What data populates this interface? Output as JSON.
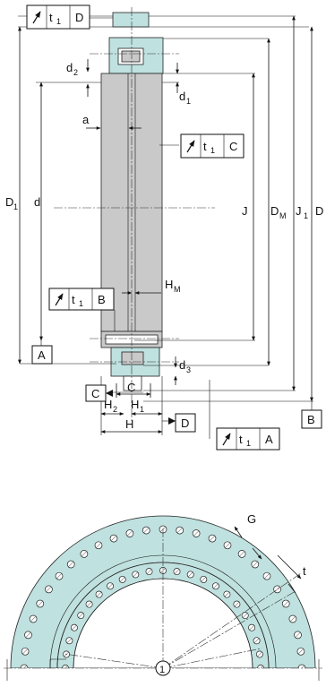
{
  "labels": {
    "d1_big": "D",
    "d1_big_sub": "1",
    "d_small": "d",
    "d2": "d",
    "d2_sub": "2",
    "d1_small": "d",
    "d1_small_sub": "1",
    "a": "a",
    "j": "J",
    "dm": "D",
    "dm_sub": "M",
    "j1": "J",
    "j1_sub": "1",
    "d_outer": "D",
    "hm": "H",
    "hm_sub": "M",
    "d3": "d",
    "d3_sub": "3",
    "c": "C",
    "h2": "H",
    "h2_sub": "2",
    "h1": "H",
    "h1_sub": "1",
    "h": "H",
    "g": "G",
    "t": "t",
    "ref_circle": "1"
  },
  "tolerance_frames": [
    {
      "name": "frame-t1-d",
      "t": "t",
      "t_sub": "1",
      "datum": "D"
    },
    {
      "name": "frame-t1-c",
      "t": "t",
      "t_sub": "1",
      "datum": "C"
    },
    {
      "name": "frame-t1-b",
      "t": "t",
      "t_sub": "1",
      "datum": "B"
    },
    {
      "name": "frame-t1-a",
      "t": "t",
      "t_sub": "1",
      "datum": "A"
    }
  ],
  "datums": {
    "a": "A",
    "b": "B",
    "c": "C",
    "d": "D"
  },
  "colors": {
    "housing": "#bfe1df",
    "shaft": "#c9c9c9",
    "line": "#111111"
  },
  "icons": {
    "runout": "runout-arrow-icon"
  }
}
